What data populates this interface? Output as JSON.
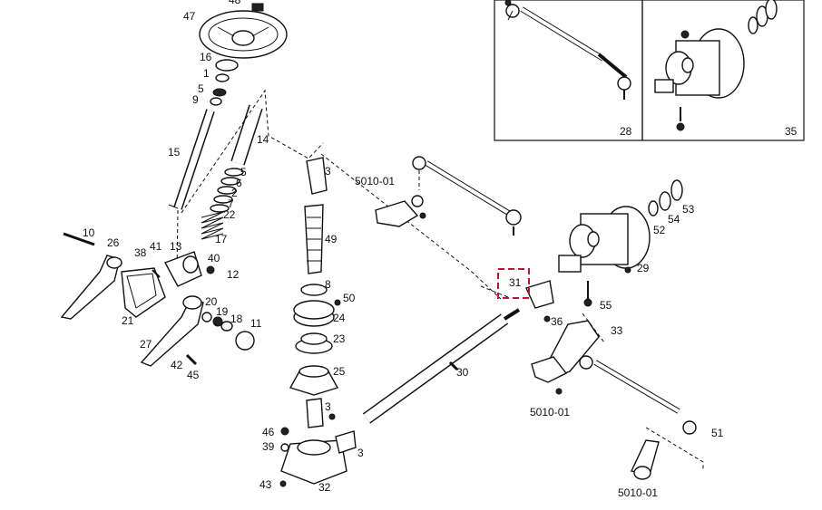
{
  "highlight": {
    "label": "31",
    "color": "#c8102e"
  },
  "insets": {
    "left_label": "28",
    "right_label": "35"
  },
  "callouts": {
    "p48": "48",
    "p47": "47",
    "p16": "16",
    "p1": "1",
    "p5a": "5",
    "p9": "9",
    "p15": "15",
    "p14": "14",
    "p5b": "5",
    "p6": "6",
    "p2": "2",
    "p7": "7",
    "p22": "22",
    "p17": "17",
    "p10": "10",
    "p26": "26",
    "p38": "38",
    "p41": "41",
    "p13": "13",
    "p40": "40",
    "p12": "12",
    "p21": "21",
    "p27": "27",
    "p20": "20",
    "p19": "19",
    "p18": "18",
    "p11": "11",
    "p42": "42",
    "p45": "45",
    "p3a": "3",
    "p49": "49",
    "p8": "8",
    "p50": "50",
    "p24": "24",
    "p23": "23",
    "p25": "25",
    "p3b": "3",
    "p46": "46",
    "p39": "39",
    "p43": "43",
    "p32": "32",
    "p3c": "3",
    "p30": "30",
    "p36": "36",
    "p33": "33",
    "p5010a": "5010-01",
    "p5010b": "5010-01",
    "p5010c": "5010-01",
    "p51": "51",
    "p29": "29",
    "p55": "55",
    "p52": "52",
    "p54": "54",
    "p53": "53"
  }
}
